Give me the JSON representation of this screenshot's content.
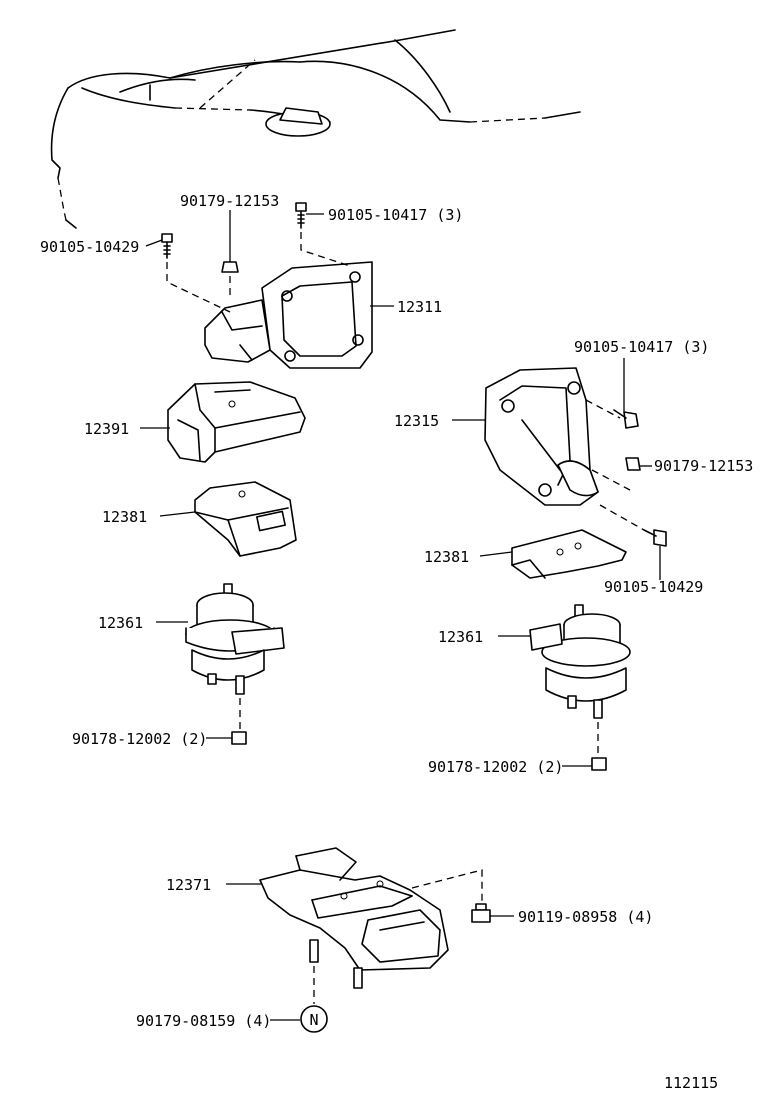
{
  "labels": {
    "p90179_12153_top": "90179-12153",
    "p90105_10417_top": "90105-10417 (3)",
    "p90105_10429_top": "90105-10429",
    "p12311": "12311",
    "p12391": "12391",
    "p12381_left": "12381",
    "p12361_left": "12361",
    "p90178_12002_left": "90178-12002 (2)",
    "p90105_10417_right": "90105-10417 (3)",
    "p12315": "12315",
    "p90179_12153_right": "90179-12153",
    "p12381_right": "12381",
    "p90105_10429_right": "90105-10429",
    "p12361_right": "12361",
    "p90178_12002_right": "90178-12002 (2)",
    "p12371": "12371",
    "p90119_08958": "90119-08958 (4)",
    "p90179_08159": "90179-08159 (4)",
    "note_symbol": "N",
    "diagram_number": "112115"
  }
}
